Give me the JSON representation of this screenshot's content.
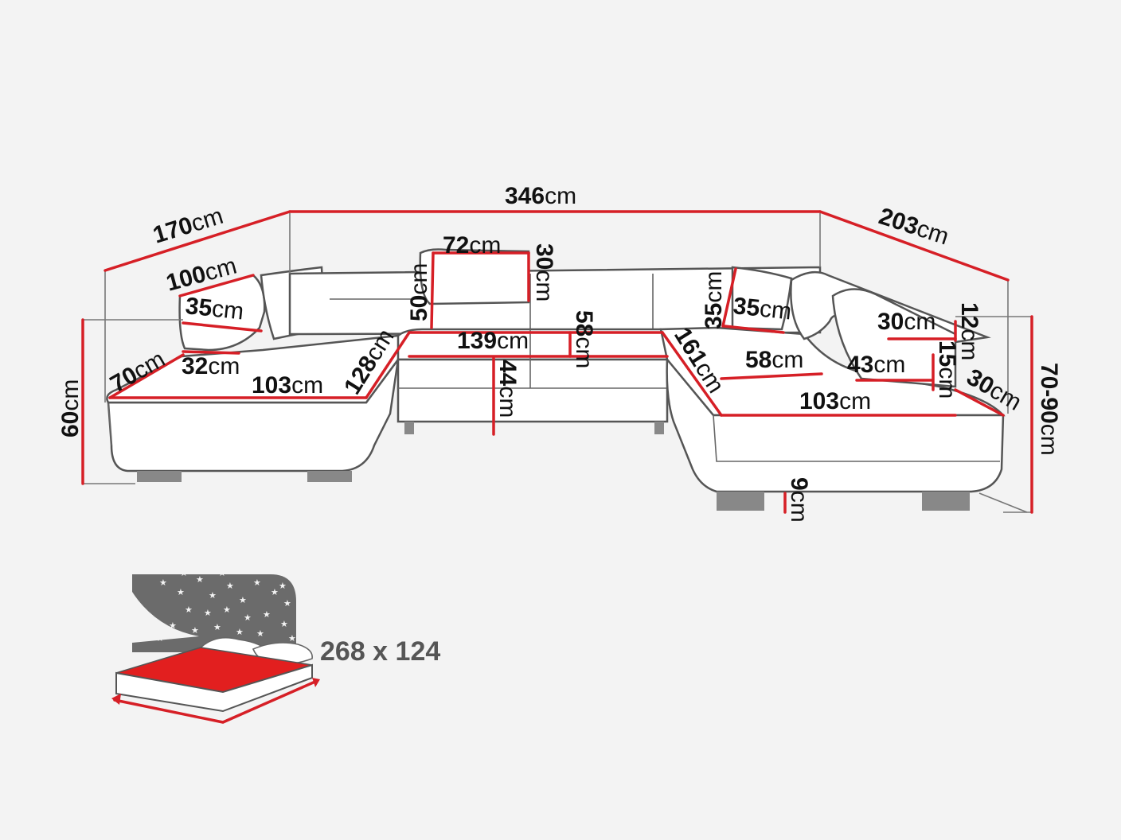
{
  "labels": {
    "overall_width": {
      "num": "346",
      "unit": "cm"
    },
    "left_depth": {
      "num": "170",
      "unit": "cm"
    },
    "right_depth": {
      "num": "203",
      "unit": "cm"
    },
    "armrest_length": {
      "num": "100",
      "unit": "cm"
    },
    "armrest_height": {
      "num": "35",
      "unit": "cm"
    },
    "armrest_width": {
      "num": "32",
      "unit": "cm"
    },
    "left_seat_depth": {
      "num": "70",
      "unit": "cm"
    },
    "left_height": {
      "num": "60",
      "unit": "cm"
    },
    "left_chaise_length": {
      "num": "103",
      "unit": "cm"
    },
    "left_chaise_diag": {
      "num": "128",
      "unit": "cm"
    },
    "headrest_width": {
      "num": "72",
      "unit": "cm"
    },
    "headrest_height": {
      "num": "30",
      "unit": "cm"
    },
    "back_height": {
      "num": "50",
      "unit": "cm"
    },
    "middle_width": {
      "num": "139",
      "unit": "cm"
    },
    "middle_seat_depth": {
      "num": "58",
      "unit": "cm"
    },
    "seat_height": {
      "num": "44",
      "unit": "cm"
    },
    "right_back_height": {
      "num": "35",
      "unit": "cm"
    },
    "right_cushion": {
      "num": "35",
      "unit": "cm"
    },
    "right_corner_diag": {
      "num": "161",
      "unit": "cm"
    },
    "right_seat_depth": {
      "num": "58",
      "unit": "cm"
    },
    "right_arm_width": {
      "num": "30",
      "unit": "cm"
    },
    "right_arm_height": {
      "num": "12",
      "unit": "cm"
    },
    "right_step_width": {
      "num": "43",
      "unit": "cm"
    },
    "right_step_height": {
      "num": "15",
      "unit": "cm"
    },
    "right_chaise_length": {
      "num": "103",
      "unit": "cm"
    },
    "right_end_width": {
      "num": "30",
      "unit": "cm"
    },
    "total_height": {
      "num": "70-90",
      "unit": "cm"
    },
    "leg_height": {
      "num": "9",
      "unit": "cm"
    }
  },
  "bed": {
    "size": "268 x 124"
  },
  "colors": {
    "dimension_line": "#d61f26",
    "outline": "#555555",
    "bed_mattress": "#e21f1f",
    "night_sky": "#6b6b6b"
  }
}
